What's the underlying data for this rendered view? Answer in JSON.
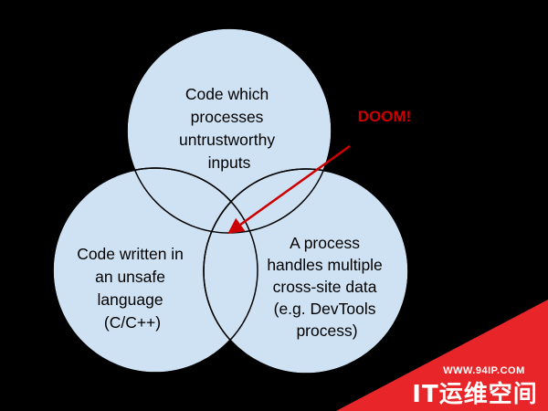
{
  "colors": {
    "background": "#000000",
    "circle_fill": "#cfe2f3",
    "circle_stroke": "#000000",
    "arrow": "#cc0000",
    "doom_text": "#cc0000",
    "watermark_bg": "#e8262a",
    "watermark_text": "#ffffff"
  },
  "circles": {
    "top": {
      "lines": [
        "Code which",
        "processes",
        "untrustworthy",
        "inputs"
      ]
    },
    "left": {
      "lines": [
        "Code written in",
        "an unsafe",
        "language",
        "(C/C++)"
      ]
    },
    "right": {
      "lines": [
        "A process",
        "handles multiple",
        "cross-site data",
        "(e.g. DevTools",
        "process)"
      ]
    }
  },
  "callout": {
    "label": "DOOM!"
  },
  "watermark": {
    "url": "WWW.94IP.COM",
    "brand": "IT运维空间"
  }
}
